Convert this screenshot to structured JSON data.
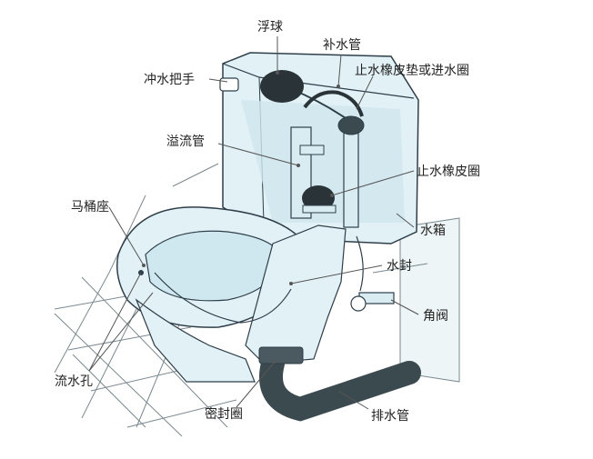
{
  "labels": {
    "float_ball": "浮球",
    "refill_tube": "补水管",
    "flush_handle": "冲水把手",
    "inlet_gasket": "止水橡皮垫或进水圈",
    "overflow_pipe": "溢流管",
    "flapper": "止水橡皮圈",
    "toilet_seat": "马桶座",
    "tank": "水箱",
    "water_seal": "水封",
    "angle_valve": "角阀",
    "rim_holes": "流水孔",
    "seal_ring": "密封圈",
    "drain_pipe": "排水管"
  },
  "colors": {
    "water": "#cfe7ee",
    "tank": "#e2f1f5",
    "line": "#2e3f4a",
    "pipe": "#3b4a4f",
    "float": "#2a3438"
  }
}
